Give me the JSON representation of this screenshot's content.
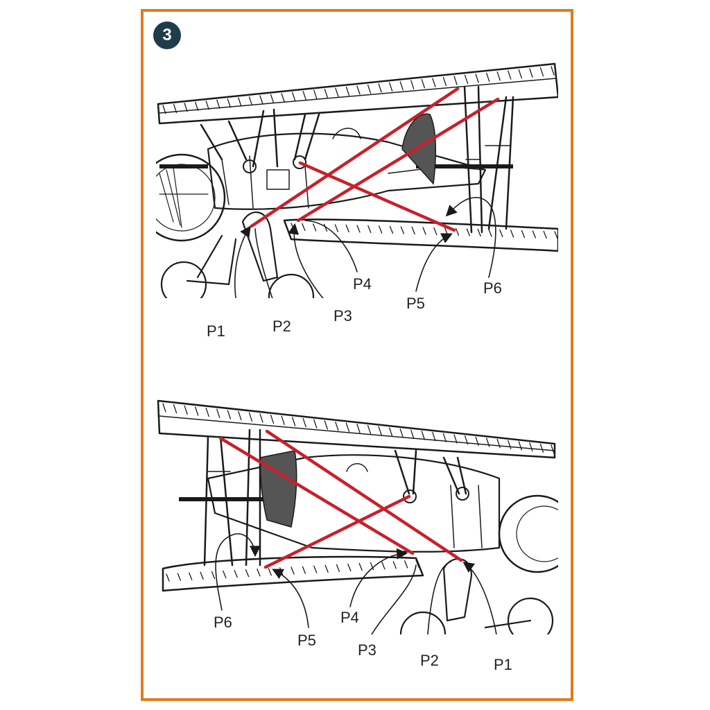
{
  "step_number": "3",
  "colors": {
    "frame": "#e07b1f",
    "badge": "#1f3c4a",
    "wire": "#c8202a",
    "ink": "#1a1a1a"
  },
  "views": [
    {
      "name": "top-view",
      "labels": [
        "P1",
        "P2",
        "P3",
        "P4",
        "P5",
        "P6"
      ]
    },
    {
      "name": "bottom-view",
      "labels": [
        "P6",
        "P5",
        "P4",
        "P3",
        "P2",
        "P1"
      ]
    }
  ]
}
